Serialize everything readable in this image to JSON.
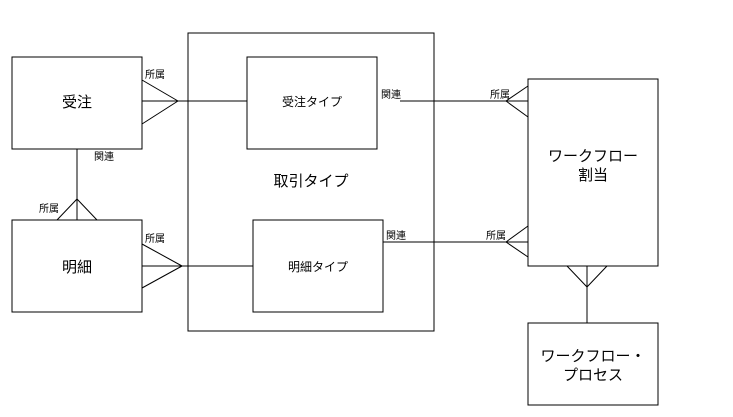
{
  "entities": {
    "order": "受注",
    "detail": "明細",
    "transaction_type": "取引タイプ",
    "order_type": "受注タイプ",
    "detail_type": "明細タイプ",
    "workflow_assignment_line1": "ワークフロー",
    "workflow_assignment_line2": "割当",
    "workflow_process_line1": "ワークフロー・",
    "workflow_process_line2": "プロセス"
  },
  "relations": {
    "belongs_order": "所属",
    "belongs_detail_top": "所属",
    "belongs_detail": "所属",
    "related_order_detail": "関連",
    "related_order_type": "関連",
    "belongs_wf_1": "所属",
    "related_detail_type": "関連",
    "belongs_wf_2": "所属"
  },
  "colors": {
    "stroke": "#000000",
    "background": "#ffffff"
  }
}
